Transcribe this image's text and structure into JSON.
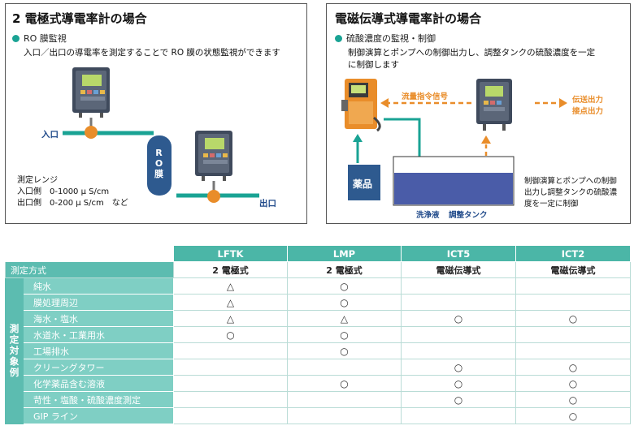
{
  "left": {
    "title": "2 電極式導電率計の場合",
    "bullet": "RO 膜監視",
    "desc": "入口／出口の導電率を測定することで RO 膜の状態監視ができます",
    "inlet": "入口",
    "outlet": "出口",
    "membrane": "R\nO\n膜",
    "range_title": "測定レンジ",
    "range_inlet": "入口側　0-1000 μ S/cm",
    "range_outlet": "出口側　0-200 μ S/cm　など"
  },
  "right": {
    "title": "電磁伝導式導電率計の場合",
    "bullet": "硫酸濃度の監視・制御",
    "desc1": "制御演算とポンプへの制御出力し、調整タンクの硫酸濃度を一定",
    "desc2": "に制御します",
    "flow_signal": "流量指令信号",
    "output1": "伝送出力",
    "output2": "接点出力",
    "chemical": "薬品",
    "tank_label1": "洗浄液",
    "tank_label2": "調整タンク",
    "note1": "制御演算とポンプへの制御",
    "note2": "出力し調整タンクの硫酸濃",
    "note3": "度を一定に制御"
  },
  "colors": {
    "teal": "#1aa394",
    "orange": "#e98d2a",
    "tank_blue": "#4a5ca8",
    "header_teal": "#4bb6a7"
  },
  "table": {
    "headers": [
      "LFTK",
      "LMP",
      "ICT5",
      "ICT2"
    ],
    "method_label": "測定方式",
    "methods": [
      "2 電極式",
      "2 電極式",
      "電磁伝導式",
      "電磁伝導式"
    ],
    "group_label": "測定対象例",
    "rows": [
      {
        "label": "純水",
        "cells": [
          "△",
          "○",
          "",
          ""
        ]
      },
      {
        "label": "膜処理周辺",
        "cells": [
          "△",
          "○",
          "",
          ""
        ]
      },
      {
        "label": "海水・塩水",
        "cells": [
          "△",
          "△",
          "○",
          "○"
        ]
      },
      {
        "label": "水道水・工業用水",
        "cells": [
          "○",
          "○",
          "",
          ""
        ]
      },
      {
        "label": "工場排水",
        "cells": [
          "",
          "○",
          "",
          ""
        ]
      },
      {
        "label": "クリーングタワー",
        "cells": [
          "",
          "",
          "○",
          "○"
        ]
      },
      {
        "label": "化学薬品含む溶液",
        "cells": [
          "",
          "○",
          "○",
          "○"
        ]
      },
      {
        "label": "苛性・塩酸・硫酸濃度測定",
        "cells": [
          "",
          "",
          "○",
          "○"
        ]
      },
      {
        "label": "GIP ライン",
        "cells": [
          "",
          "",
          "",
          "○"
        ]
      }
    ]
  }
}
